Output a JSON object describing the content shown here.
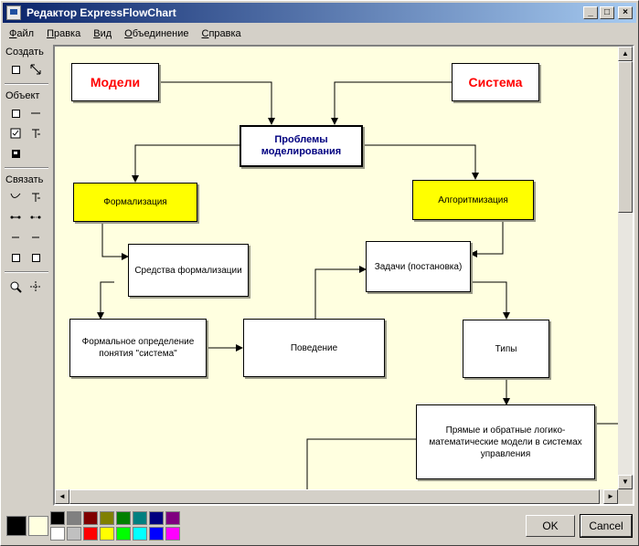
{
  "window": {
    "title": "Редактор ExpressFlowChart",
    "minimize": "_",
    "maximize": "□",
    "close": "×"
  },
  "menu": [
    "Файл",
    "Правка",
    "Вид",
    "Объединение",
    "Справка"
  ],
  "toolbox": {
    "create_label": "Создать",
    "object_label": "Объект",
    "link_label": "Связать"
  },
  "diagram": {
    "nodes": [
      {
        "id": "models",
        "text": "Модели",
        "style": "red"
      },
      {
        "id": "system",
        "text": "Система",
        "style": "red"
      },
      {
        "id": "problems",
        "text": "Проблемы моделирования",
        "style": "blue"
      },
      {
        "id": "formalization",
        "text": "Формализация",
        "style": "yellow"
      },
      {
        "id": "algorithmization",
        "text": "Алгоритмизация",
        "style": "yellow"
      },
      {
        "id": "tools",
        "text": "Средства формализации",
        "style": "plain"
      },
      {
        "id": "tasks",
        "text": "Задачи (постановка)",
        "style": "plain"
      },
      {
        "id": "definition",
        "text": "Формальное определение понятия \"система\"",
        "style": "plain"
      },
      {
        "id": "behavior",
        "text": "Поведение",
        "style": "plain"
      },
      {
        "id": "types",
        "text": "Типы",
        "style": "plain"
      },
      {
        "id": "models_mgmt",
        "text": "Прямые и обратные логико-математические модели в системах управления",
        "style": "plain"
      }
    ]
  },
  "colors": {
    "canvas_bg": "#ffffe0",
    "node_yellow": "#ffff00",
    "node_red_text": "#ff0000",
    "node_blue_text": "#000080",
    "current_fg": "#000000",
    "current_bg": "#ffffe0",
    "palette": [
      "#000000",
      "#808080",
      "#800000",
      "#808000",
      "#008000",
      "#008080",
      "#000080",
      "#800080",
      "#ffffff",
      "#c0c0c0",
      "#ff0000",
      "#ffff00",
      "#00ff00",
      "#00ffff",
      "#0000ff",
      "#ff00ff"
    ]
  },
  "buttons": {
    "ok": "OK",
    "cancel": "Cancel"
  }
}
